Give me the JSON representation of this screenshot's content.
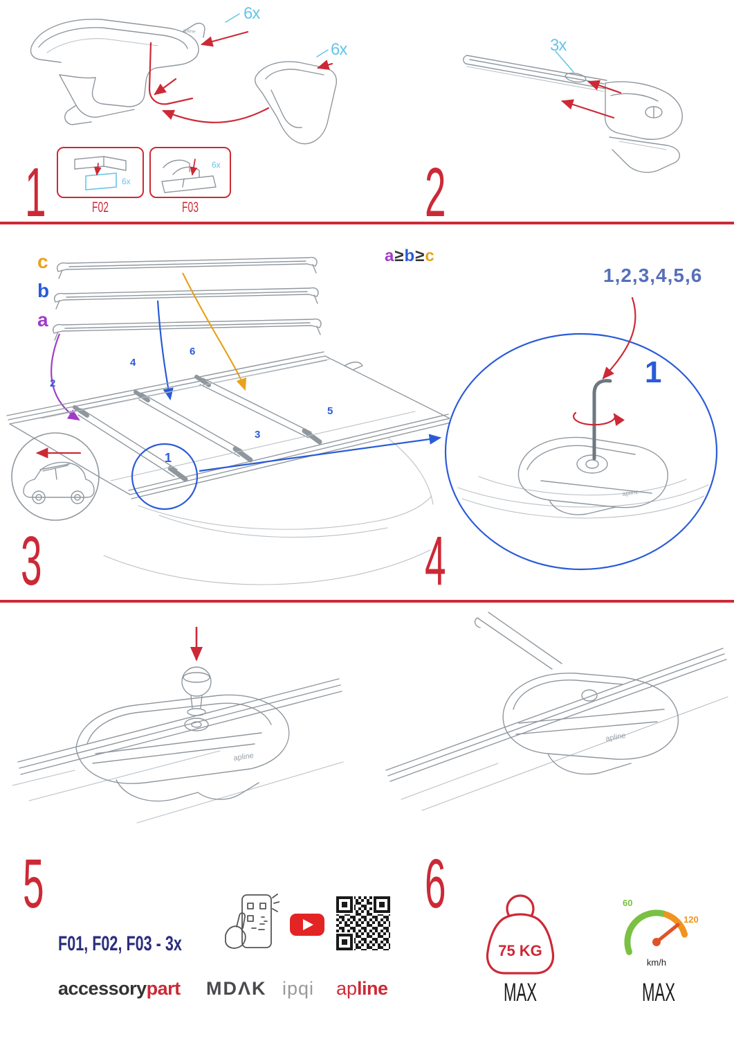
{
  "colors": {
    "accent_red": "#cc2936",
    "cyan": "#67c4e8",
    "blue": "#2a5bd7",
    "sequence_blue": "#5570bb",
    "purple": "#a03cc8",
    "orange": "#e8a21c",
    "navy": "#2b2d7e",
    "speed_green": "#7ac143",
    "speed_orange": "#f0941f",
    "youtube_red": "#e32424"
  },
  "brand_label": "apline",
  "step1": {
    "number": "1",
    "qty_cover_top": "6x",
    "qty_cover_side": "6x",
    "boxes": [
      {
        "code": "F02",
        "qty": "6x"
      },
      {
        "code": "F03",
        "qty": "6x"
      }
    ]
  },
  "step2": {
    "number": "2",
    "qty": "3x"
  },
  "step3": {
    "number": "3",
    "bar_c": "c",
    "bar_b": "b",
    "bar_a": "a",
    "formula": {
      "a": "a",
      "gte1": "≥",
      "b": "b",
      "gte2": "≥",
      "c": "c"
    },
    "positions": {
      "p1": "1",
      "p2": "2",
      "p3": "3",
      "p4": "4",
      "p5": "5",
      "p6": "6"
    }
  },
  "step4": {
    "number": "4",
    "tighten_sequence": "1,2,3,4,5,6",
    "sequence_start": "1"
  },
  "step5": {
    "number": "5"
  },
  "step6": {
    "number": "6"
  },
  "footer": {
    "kit_codes": "F01, F02, F03 - 3x",
    "logo_accessory": "accessory",
    "logo_part": "part",
    "logo_mdak": "MDΛK",
    "logo_ipqi": "ipqi",
    "logo_ap": "ap",
    "logo_line": "line",
    "weight_value": "75 KG",
    "weight_max": "MAX",
    "speed_low": "60",
    "speed_high": "120",
    "speed_unit": "km/h",
    "speed_max": "MAX"
  }
}
